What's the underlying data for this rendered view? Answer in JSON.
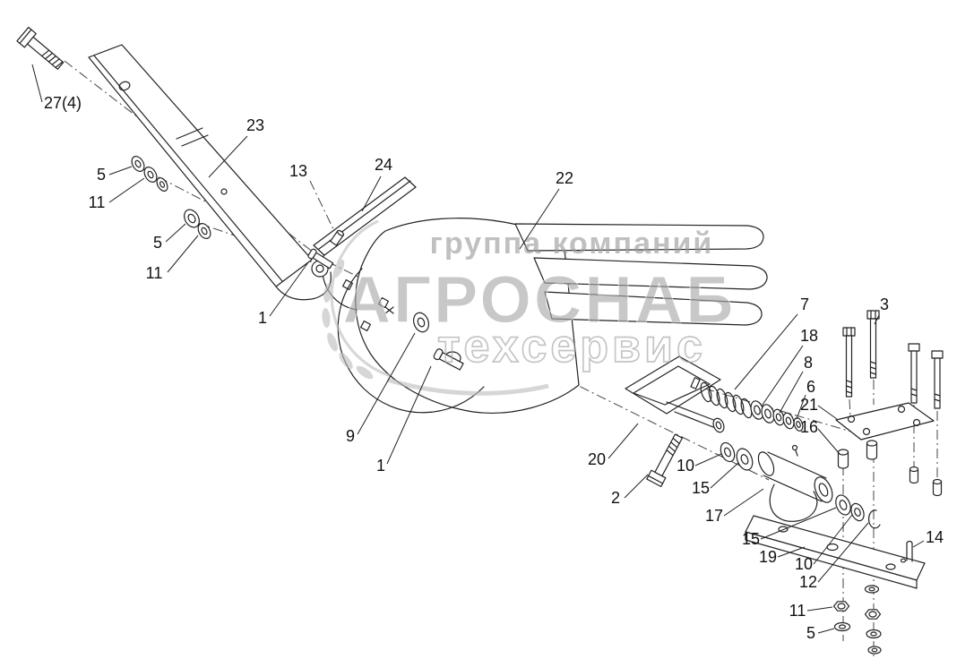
{
  "watermark": {
    "line1": "группа компаний",
    "line2": "АГРОСНАБ",
    "line3": "техсервис"
  },
  "labels": [
    {
      "part": "27-4",
      "text": "27(4)"
    },
    {
      "part": "5a",
      "text": "5"
    },
    {
      "part": "11a",
      "text": "11"
    },
    {
      "part": "5b",
      "text": "5"
    },
    {
      "part": "11b",
      "text": "11"
    },
    {
      "part": "23",
      "text": "23"
    },
    {
      "part": "13",
      "text": "13"
    },
    {
      "part": "24",
      "text": "24"
    },
    {
      "part": "22",
      "text": "22"
    },
    {
      "part": "1a",
      "text": "1"
    },
    {
      "part": "9",
      "text": "9"
    },
    {
      "part": "1b",
      "text": "1"
    },
    {
      "part": "20",
      "text": "20"
    },
    {
      "part": "2",
      "text": "2"
    },
    {
      "part": "7",
      "text": "7"
    },
    {
      "part": "3",
      "text": "3"
    },
    {
      "part": "18",
      "text": "18"
    },
    {
      "part": "8",
      "text": "8"
    },
    {
      "part": "6",
      "text": "6"
    },
    {
      "part": "21",
      "text": "21"
    },
    {
      "part": "16",
      "text": "16"
    },
    {
      "part": "10a",
      "text": "10"
    },
    {
      "part": "15a",
      "text": "15"
    },
    {
      "part": "17",
      "text": "17"
    },
    {
      "part": "15b",
      "text": "15"
    },
    {
      "part": "19",
      "text": "19"
    },
    {
      "part": "10b",
      "text": "10"
    },
    {
      "part": "12",
      "text": "12"
    },
    {
      "part": "14",
      "text": "14"
    },
    {
      "part": "11c",
      "text": "11"
    },
    {
      "part": "5c",
      "text": "5"
    }
  ]
}
